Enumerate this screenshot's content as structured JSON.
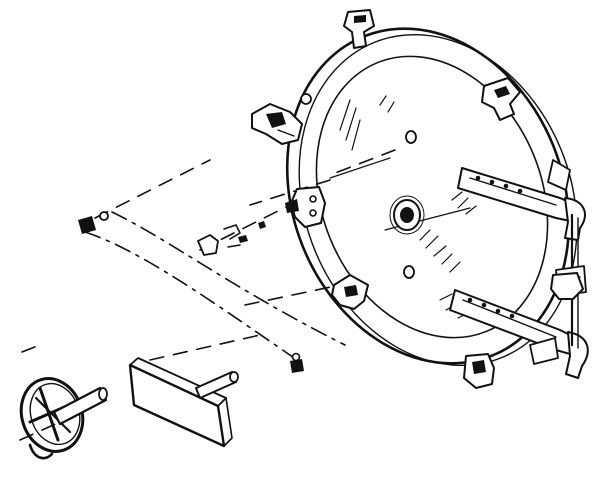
{
  "diagram": {
    "ink_color": "#111111",
    "paper_color": "#ffffff",
    "parts": [
      "manhole-door",
      "door-rim",
      "door-clamp",
      "hinge-arm",
      "hinge-bracket",
      "handwheel",
      "cover-plate",
      "bolt-fastener",
      "assembly-guide-line"
    ]
  }
}
